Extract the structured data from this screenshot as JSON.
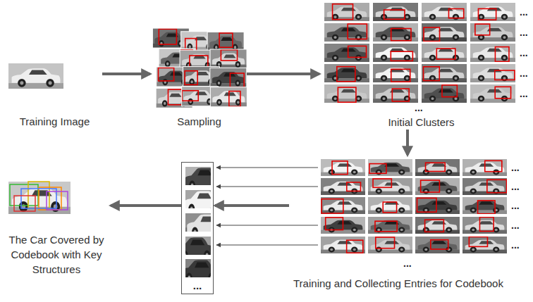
{
  "diagram": {
    "nodes": [
      {
        "text": [
          "Training Image"
        ]
      },
      {
        "text": [
          "Sampling"
        ]
      },
      {
        "text": [
          "Initial Clusters"
        ]
      },
      {
        "text": [
          "Training and Collecting Entries for Codebook"
        ]
      },
      {
        "text": [
          "..."
        ]
      },
      {
        "text": [
          "The Car Covered by Codebook with Key Structures"
        ]
      }
    ],
    "edges": [
      {
        "from": 0,
        "to": 1,
        "arrow": "to"
      },
      {
        "from": 1,
        "to": 2,
        "arrow": "to"
      },
      {
        "from": 2,
        "to": 3,
        "arrow": "to"
      },
      {
        "from": 3,
        "to": 4,
        "arrow": "to"
      },
      {
        "from": 4,
        "to": 5,
        "arrow": "to"
      }
    ],
    "labels": [
      "...",
      "...",
      "...",
      "...",
      "...",
      "...",
      "...",
      "...",
      "...",
      "...",
      "...",
      "..."
    ]
  }
}
